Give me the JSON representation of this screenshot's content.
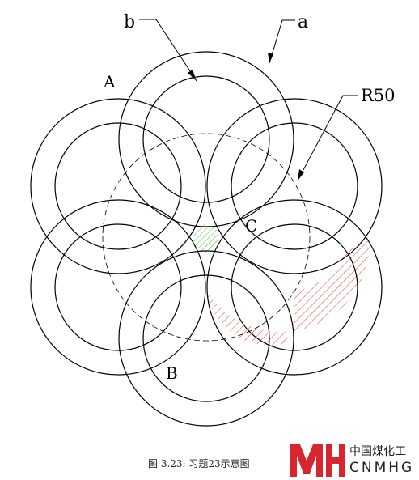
{
  "labels": {
    "a": "a",
    "b": "b",
    "A": "A",
    "B": "B",
    "C": "C",
    "R": "R50"
  },
  "caption": "图 3.23: 习题23示意图",
  "logo": {
    "cn": "中国煤化工",
    "en": "CNMHG",
    "color": "#d8262e"
  },
  "colors": {
    "stroke": "#000000",
    "hatch_red": "#e03030",
    "hatch_green": "#3cc83c"
  }
}
